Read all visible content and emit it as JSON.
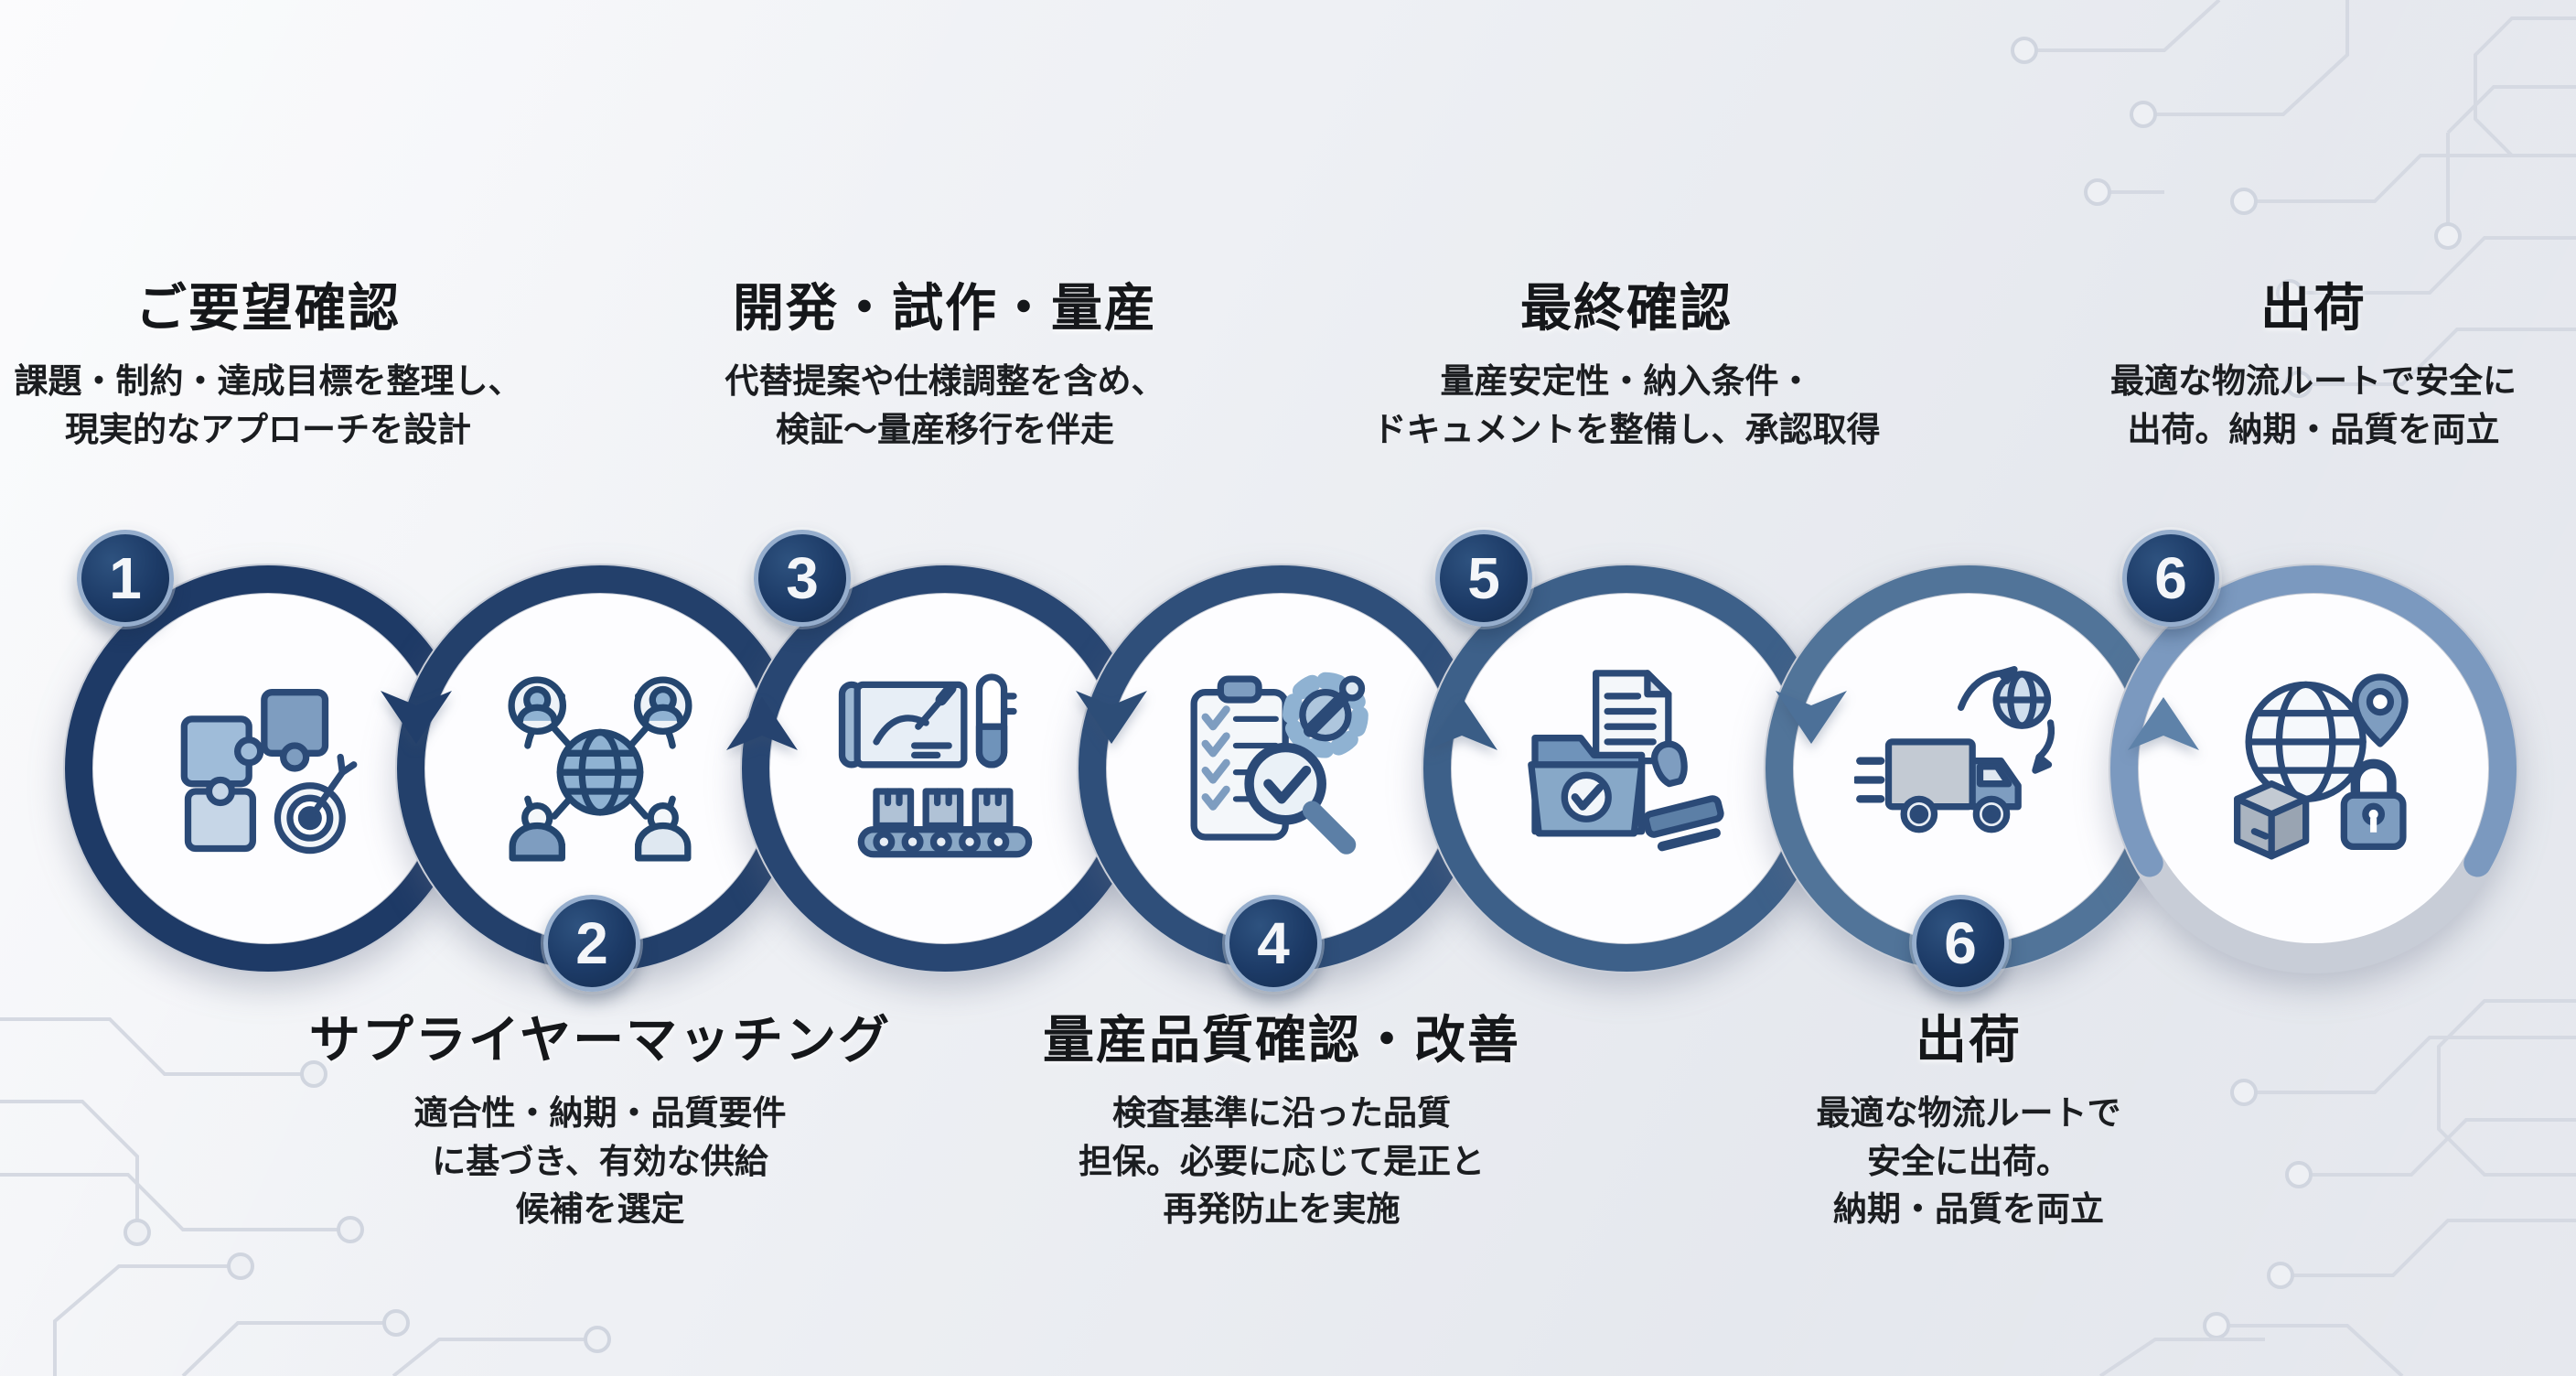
{
  "page": {
    "background_top": "#f6f7fa",
    "background_bottom": "#dfe2e9",
    "circuit_trace_color": "#d5d9e2",
    "text_color": "#15171a"
  },
  "flow": {
    "badge": {
      "bg": "#1c3a66",
      "border": "#96aecd",
      "text_color": "#f4f6f9"
    },
    "steps": [
      {
        "num": "1",
        "title": "ご要望確認",
        "desc_lines": {
          "0": "課題・制約・達成目標を整理し、",
          "1": "現実的なアプローチを設計"
        },
        "label_position": "top",
        "ring_color": "#1e3a66",
        "icon": "puzzle-target-icon"
      },
      {
        "num": "2",
        "title": "サプライヤーマッチング",
        "desc_lines": {
          "0": "適合性・納期・品質要件",
          "1": "に基づき、有効な供給",
          "2": "候補を選定"
        },
        "label_position": "bottom",
        "ring_color": "#23406b",
        "icon": "global-network-icon"
      },
      {
        "num": "3",
        "title": "開発・試作・量産",
        "desc_lines": {
          "0": "代替提案や仕様調整を含め、",
          "1": "検証〜量産移行を伴走"
        },
        "label_position": "top",
        "ring_color": "#284672",
        "icon": "blueprint-production-icon"
      },
      {
        "num": "4",
        "title": "量産品質確認・改善",
        "desc_lines": {
          "0": "検査基準に沿った品質",
          "1": "担保。必要に応じて是正と",
          "2": "再発防止を実施"
        },
        "label_position": "bottom",
        "ring_color": "#2f4f7a",
        "icon": "quality-inspection-icon"
      },
      {
        "num": "5",
        "title": "最終確認",
        "desc_lines": {
          "0": "量産安定性・納入条件・",
          "1": "ドキュメントを整備し、承認取得"
        },
        "label_position": "top",
        "ring_color": "#3d6089",
        "icon": "approval-documents-icon"
      },
      {
        "num": "6",
        "title": "出荷",
        "desc_lines": {
          "0": "最適な物流ルートで",
          "1": "安全に出荷。",
          "2": "納期・品質を両立"
        },
        "label_position": "bottom",
        "ring_color": "#517499",
        "icon": "delivery-truck-icon"
      },
      {
        "num": "6",
        "title": "出荷",
        "desc_lines": {
          "0": "最適な物流ルートで安全に",
          "1": "出荷。納期・品質を両立"
        },
        "label_position": "top",
        "ring_color": "#7b99bf",
        "icon": "global-shipping-icon"
      }
    ],
    "connectors": [
      {
        "direction": "down",
        "color": "#213e6a"
      },
      {
        "direction": "up",
        "color": "#26436f"
      },
      {
        "direction": "down",
        "color": "#2d4d77"
      },
      {
        "direction": "up",
        "color": "#3a5d86"
      },
      {
        "direction": "down",
        "color": "#4c7098"
      },
      {
        "direction": "up",
        "color": "#5e82a9"
      }
    ]
  }
}
